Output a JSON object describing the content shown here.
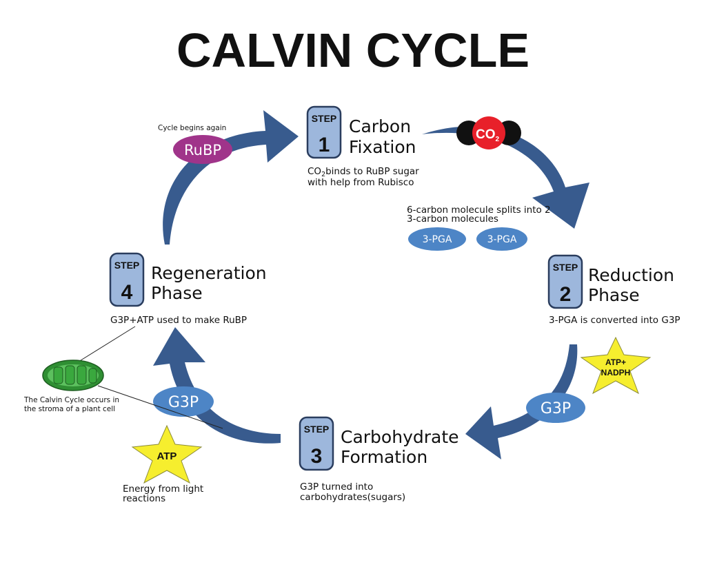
{
  "title": "CALVIN CYCLE",
  "steps": [
    {
      "label": "STEP",
      "number": "1",
      "title_line1": "Carbon",
      "title_line2": "Fixation",
      "desc_line1_prefix": "CO",
      "desc_line1_sub": "2",
      "desc_line1_suffix": "binds to RuBP sugar",
      "desc_line2": "with help from Rubisco"
    },
    {
      "label": "STEP",
      "number": "2",
      "title_line1": "Reduction",
      "title_line2": "Phase",
      "desc_line1": "3-PGA  is converted into G3P"
    },
    {
      "label": "STEP",
      "number": "3",
      "title_line1": "Carbohydrate",
      "title_line2": "Formation",
      "desc_line1": "G3P turned into",
      "desc_line2": "carbohydrates(sugars)"
    },
    {
      "label": "STEP",
      "number": "4",
      "title_line1": "Regeneration",
      "title_line2": "Phase",
      "desc_line1": "G3P+ATP used to make RuBP"
    }
  ],
  "molecules": {
    "co2_prefix": "CO",
    "co2_sub": "2",
    "pga_left": "3-PGA",
    "pga_right": "3-PGA",
    "split_line1": "6-carbon molecule splits into 2",
    "split_line2": "3-carbon molecules",
    "g3p_right": "G3P",
    "g3p_left": "G3P",
    "rubp": "RuBP",
    "cycle_begins": "Cycle begins again"
  },
  "stars": {
    "atp_nadph_line1": "ATP+",
    "atp_nadph_line2": "NADPH",
    "atp": "ATP",
    "energy_line1": "Energy from light",
    "energy_line2": "reactions"
  },
  "chloroplast": {
    "note_line1": "The Calvin Cycle occurs in",
    "note_line2": "the stroma of a plant cell"
  },
  "colors": {
    "arrow": "#385b8e",
    "step_box": "#9db7dc",
    "oval_blue": "#4d85c6",
    "rubp_oval": "#a0348a",
    "co2_red": "#e8202a",
    "star_yellow": "#f6ee2e",
    "chloroplast_green": "#3aa83e"
  }
}
